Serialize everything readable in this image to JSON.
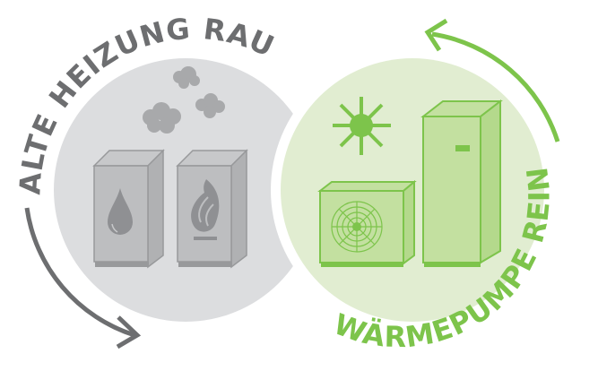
{
  "left": {
    "label": "ALTE HEIZUNG RAUS",
    "circle_color": "#dcdddf",
    "unit_fill": "#bdbec0",
    "unit_stroke": "#98999b",
    "icon_color": "#8f9093",
    "text_color": "#6d6e70",
    "items": [
      "oil-boiler",
      "gas-boiler",
      "smoke-clouds"
    ]
  },
  "right": {
    "label": "WÄRMEPUMPE REIN",
    "circle_color": "#e1edd1",
    "unit_fill": "#c3e0a0",
    "unit_stroke": "#7dc44b",
    "text_color": "#7dc44b",
    "items": [
      "sun",
      "heat-pump-outdoor-unit",
      "heat-pump-indoor-unit"
    ]
  }
}
